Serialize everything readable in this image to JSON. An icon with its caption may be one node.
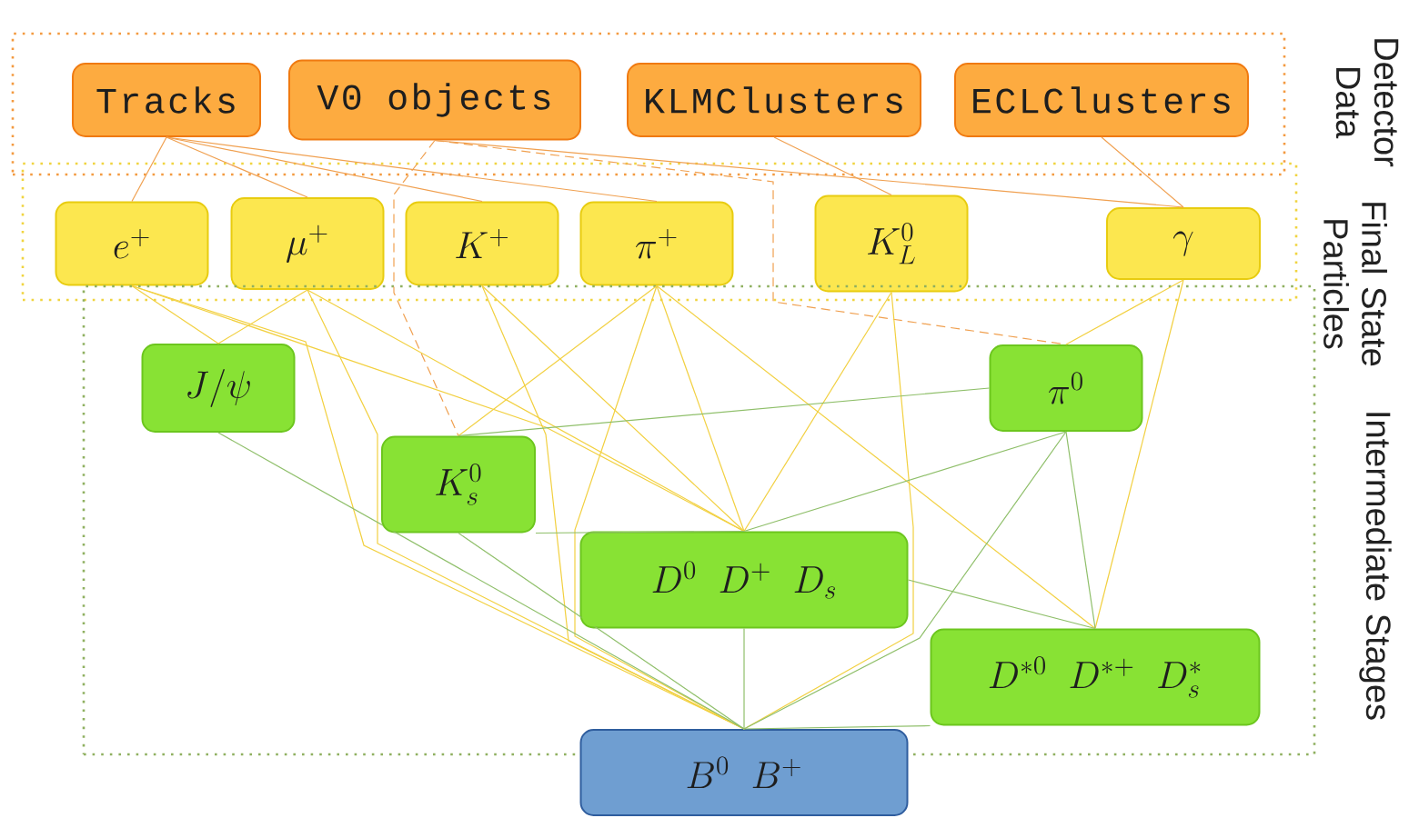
{
  "diagram": {
    "nodes": [
      {
        "text": [
          "Detector Data"
        ]
      },
      {
        "text": [
          "Tracks"
        ],
        "in": 0
      },
      {
        "text": [
          "V0 objects"
        ],
        "in": 0
      },
      {
        "text": [
          "KLMClusters"
        ],
        "in": 0
      },
      {
        "text": [
          "ECLClusters"
        ],
        "in": 0
      },
      {
        "text": [
          "Final State Particles"
        ]
      },
      {
        "text": [
          "e^+"
        ],
        "in": 5
      },
      {
        "text": [
          "\\mu^+"
        ],
        "in": 5
      },
      {
        "text": [
          "K^+"
        ],
        "in": 5
      },
      {
        "text": [
          "\\pi^+"
        ],
        "in": 5
      },
      {
        "text": [
          "K_L^0"
        ],
        "in": 5
      },
      {
        "text": [
          "\\gamma"
        ],
        "in": 5
      },
      {
        "text": [
          "Intermediate Stages"
        ]
      },
      {
        "text": [
          "J/\\psi"
        ],
        "in": 12
      },
      {
        "text": [
          "\\pi^0"
        ],
        "in": 12
      },
      {
        "text": [
          "K_s^0"
        ],
        "in": 12
      },
      {
        "text": [
          "D^0\\ \\ D^+\\ \\ D_s"
        ],
        "in": 12
      },
      {
        "text": [
          "D^{*0}\\ \\ D^{*+}\\ \\ D_s^*"
        ],
        "in": 12
      },
      {
        "text": [
          "B^0\\ \\ B^+"
        ]
      }
    ],
    "edges": [
      {
        "from": 1,
        "to": 6,
        "arrow": "none",
        "color": "#f0a050"
      },
      {
        "from": 1,
        "to": 7,
        "arrow": "none",
        "color": "#f0a050"
      },
      {
        "from": 1,
        "to": 8,
        "arrow": "none",
        "color": "#f0a050"
      },
      {
        "from": 1,
        "to": 9,
        "arrow": "none",
        "color": "#f0a050"
      },
      {
        "from": 2,
        "to": 15,
        "arrow": "none",
        "style": "dashed",
        "color": "#f0a050"
      },
      {
        "from": 2,
        "to": 14,
        "arrow": "none",
        "style": "dashed",
        "color": "#f0a050"
      },
      {
        "from": 2,
        "to": 11,
        "arrow": "none",
        "color": "#f0a050"
      },
      {
        "from": 3,
        "to": 10,
        "arrow": "none",
        "color": "#f0a050"
      },
      {
        "from": 4,
        "to": 11,
        "arrow": "none",
        "color": "#f0a050"
      },
      {
        "from": 6,
        "to": 13,
        "arrow": "none"
      },
      {
        "from": 7,
        "to": 13,
        "arrow": "none"
      },
      {
        "from": 6,
        "to": 16,
        "arrow": "none"
      },
      {
        "from": 7,
        "to": 16,
        "arrow": "none"
      },
      {
        "from": 8,
        "to": 16,
        "arrow": "none"
      },
      {
        "from": 9,
        "to": 16,
        "arrow": "none"
      },
      {
        "from": 10,
        "to": 16,
        "arrow": "none"
      },
      {
        "from": 9,
        "to": 15,
        "arrow": "none"
      },
      {
        "from": 11,
        "to": 14,
        "arrow": "none"
      },
      {
        "from": 11,
        "to": 17,
        "arrow": "none"
      },
      {
        "from": 9,
        "to": 17,
        "arrow": "none"
      },
      {
        "from": 6,
        "to": 18,
        "arrow": "none"
      },
      {
        "from": 7,
        "to": 18,
        "arrow": "none"
      },
      {
        "from": 8,
        "to": 18,
        "arrow": "none"
      },
      {
        "from": 9,
        "to": 18,
        "arrow": "none"
      },
      {
        "from": 10,
        "to": 18,
        "arrow": "none"
      },
      {
        "from": 13,
        "to": 18,
        "arrow": "none",
        "color": "#8fbf6a"
      },
      {
        "from": 15,
        "to": 18,
        "arrow": "none",
        "color": "#8fbf6a"
      },
      {
        "from": 15,
        "to": 16,
        "arrow": "none",
        "color": "#8fbf6a"
      },
      {
        "from": 14,
        "to": 15,
        "arrow": "none",
        "color": "#8fbf6a"
      },
      {
        "from": 14,
        "to": 16,
        "arrow": "none",
        "color": "#8fbf6a"
      },
      {
        "from": 14,
        "to": 17,
        "arrow": "none",
        "color": "#8fbf6a"
      },
      {
        "from": 14,
        "to": 18,
        "arrow": "none",
        "color": "#8fbf6a"
      },
      {
        "from": 16,
        "to": 17,
        "arrow": "none",
        "color": "#8fbf6a"
      },
      {
        "from": 16,
        "to": 18,
        "arrow": "none",
        "color": "#8fbf6a"
      },
      {
        "from": 17,
        "to": 18,
        "arrow": "none",
        "color": "#8fbf6a"
      }
    ]
  }
}
